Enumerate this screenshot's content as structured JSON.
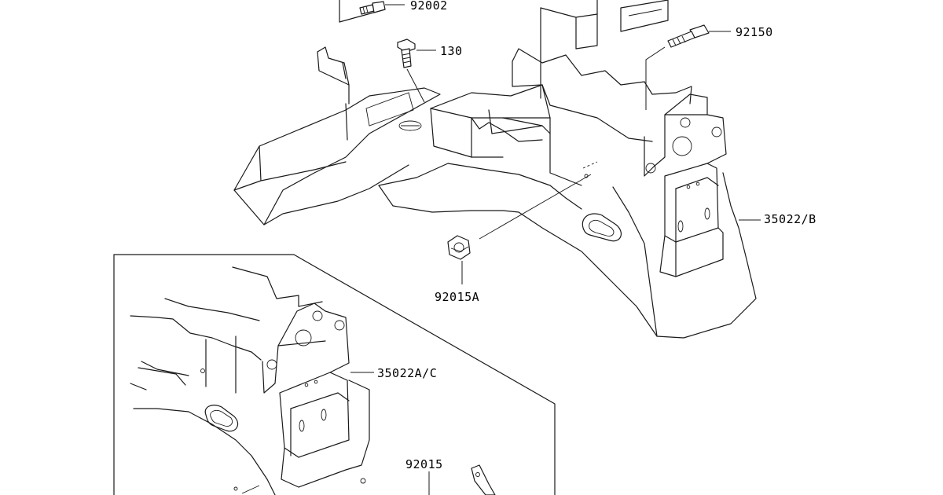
{
  "callouts": {
    "part_92002": "92002",
    "part_130": "130",
    "part_92150": "92150",
    "part_35022_b": "35022/B",
    "part_92015a": "92015A",
    "part_35022a_c": "35022A/C",
    "part_92015": "92015"
  }
}
